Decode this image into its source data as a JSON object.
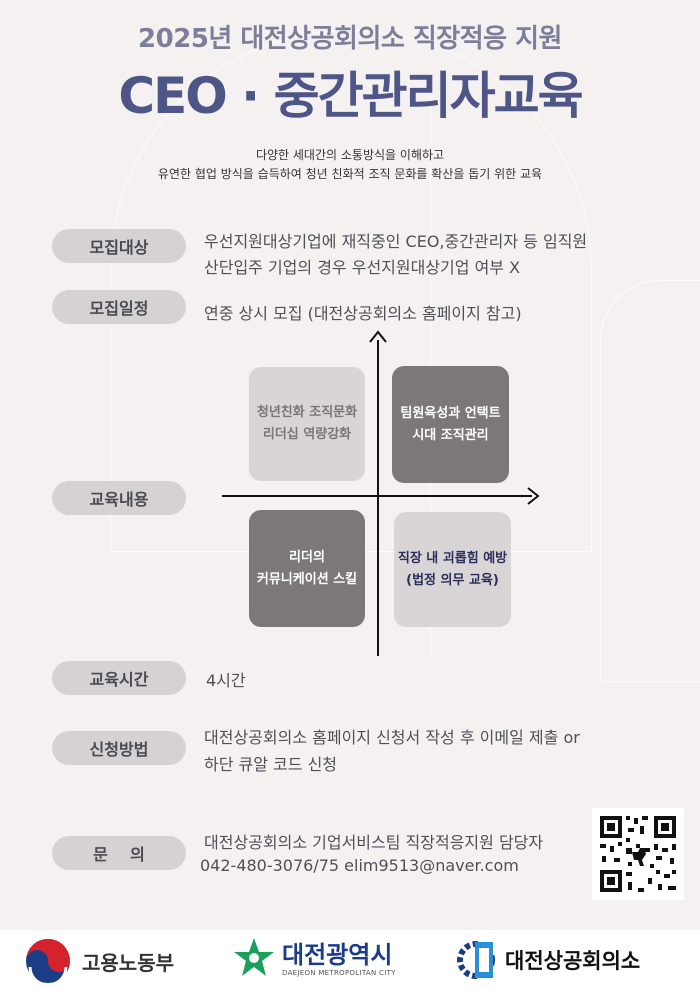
{
  "header": {
    "year_title": "2025년 대전상공회의소 직장적응 지원",
    "main_title": "CEO · 중간관리자교육",
    "desc_line1": "다양한 세대간의 소통방식을 이해하고",
    "desc_line2": "유연한 협업 방식을 습득하여 청년 친화적 조직 문화를 확산을 돕기 위한 교육"
  },
  "sections": {
    "target": {
      "label": "모집대상",
      "line1": "우선지원대상기업에 재직중인 CEO,중간관리자 등 임직원",
      "line2": "산단입주 기업의 경우 우선지원대상기업 여부 X"
    },
    "schedule": {
      "label": "모집일정",
      "text": "연중 상시 모집 (대전상공회의소 홈페이지 참고)"
    },
    "content": {
      "label": "교육내용",
      "quadrants": [
        {
          "line1": "청년친화 조직문화",
          "line2": "리더십 역량강화"
        },
        {
          "line1": "팀원육성과 언택트",
          "line2": "시대 조직관리"
        },
        {
          "line1": "리더의",
          "line2": "커뮤니케이션 스킬"
        },
        {
          "line1": "직장 내 괴롭힘 예방",
          "line2": "(법정 의무 교육)"
        }
      ]
    },
    "time": {
      "label": "교육시간",
      "text": "4시간"
    },
    "apply": {
      "label": "신청방법",
      "line1": "대전상공회의소 홈페이지 신청서 작성 후 이메일 제출 or",
      "line2": "하단 큐알 코드 신청"
    },
    "contact": {
      "label": "문    의",
      "line1": "대전상공회의소 기업서비스팀 직장적응지원 담당자",
      "line2": "042-480-3076/75 elim9513@naver.com"
    }
  },
  "footer": {
    "logo1": "고용노동부",
    "logo2_main": "대전광역시",
    "logo2_sub": "DAEJEON METROPOLITAN CITY",
    "logo3": "대전상공회의소"
  },
  "colors": {
    "title": "#4d5686",
    "subtitle": "#7d7f9a",
    "pill": "#d6d2d3",
    "box_light": "#d9d5d6",
    "box_dark": "#7c7879",
    "logo_green": "#1aa05a",
    "logo_blue": "#1b3d86"
  }
}
